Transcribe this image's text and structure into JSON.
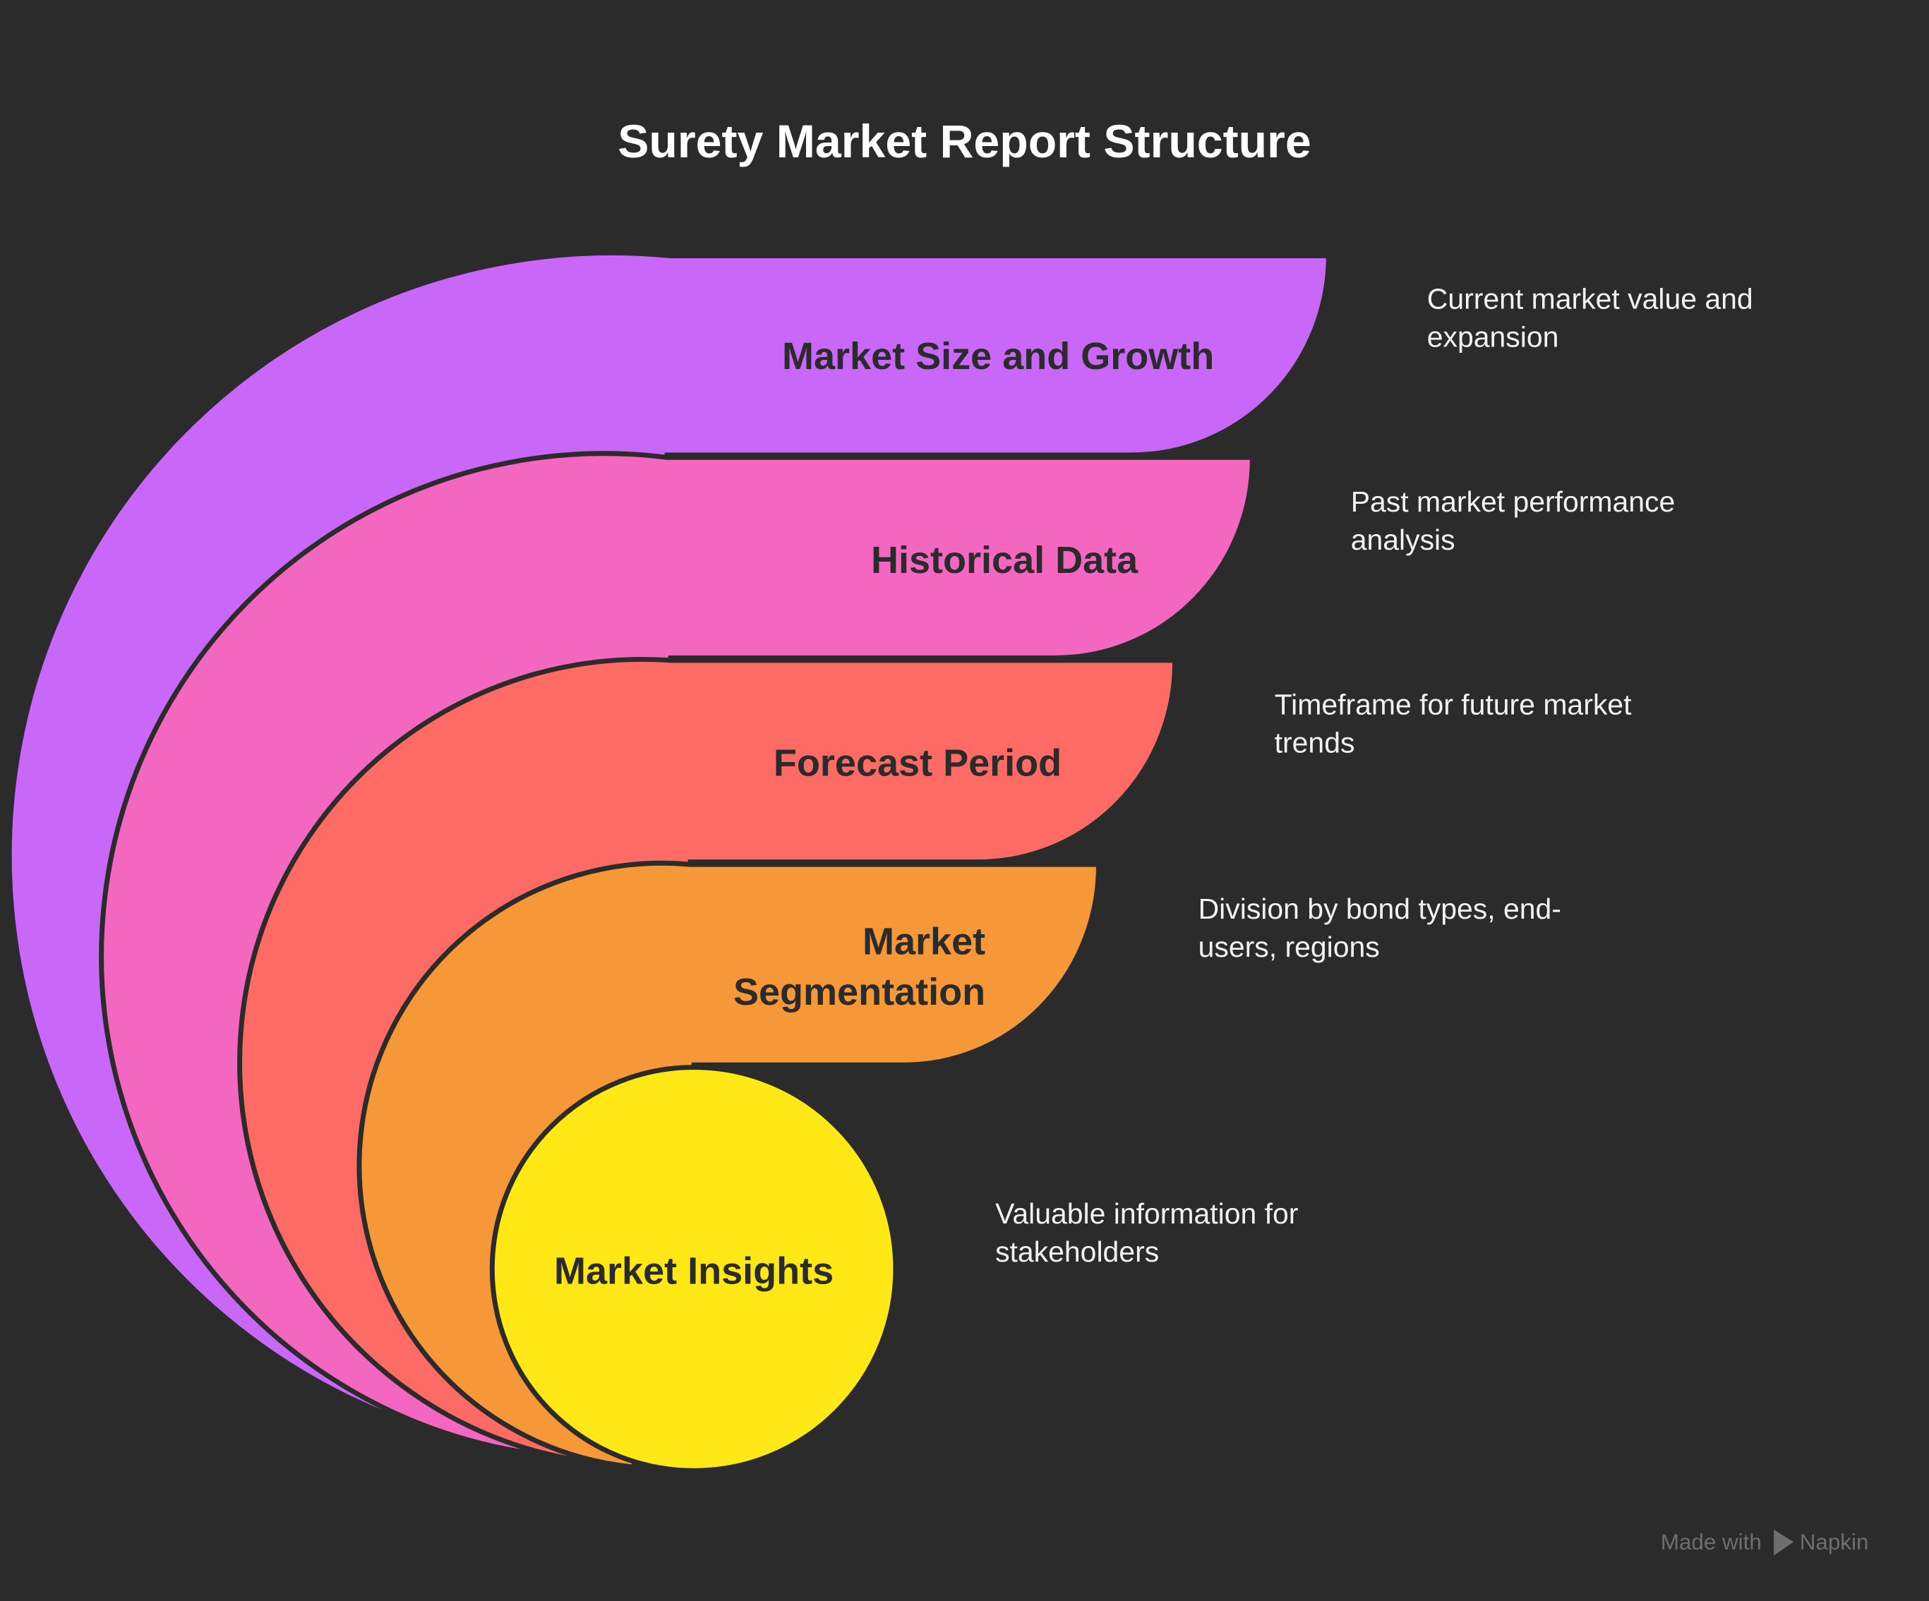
{
  "title": "Surety Market Report Structure",
  "layers": [
    {
      "label": "Market Size and Growth",
      "description_lines": [
        "Current market value and",
        "expansion"
      ],
      "color": "#c968f8"
    },
    {
      "label": "Historical Data",
      "description_lines": [
        "Past market performance",
        "analysis"
      ],
      "color": "#f467c0"
    },
    {
      "label": "Forecast Period",
      "description_lines": [
        "Timeframe for future market",
        "trends"
      ],
      "color": "#fe6a64"
    },
    {
      "label_lines": [
        "Market",
        "Segmentation"
      ],
      "description_lines": [
        "Division by bond types, end-",
        "users, regions"
      ],
      "color": "#f69838"
    },
    {
      "label": "Market Insights",
      "description_lines": [
        "Valuable information for",
        "stakeholders"
      ],
      "color": "#ffe815"
    }
  ],
  "watermark": {
    "prefix": "Made with",
    "brand": "Napkin",
    "icon": "napkin-logo-icon"
  }
}
